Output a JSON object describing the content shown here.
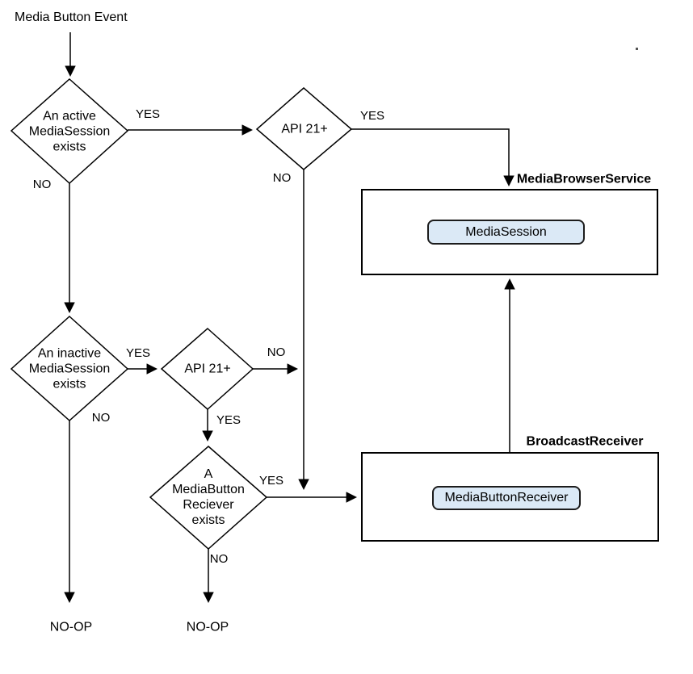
{
  "diagram": {
    "start_label": "Media Button Event",
    "decisions": {
      "active_session": {
        "label": "An active\nMediaSession\nexists"
      },
      "api21_top": {
        "label": "API 21+"
      },
      "inactive_session": {
        "label": "An inactive\nMediaSession\nexists"
      },
      "api21_mid": {
        "label": "API 21+"
      },
      "mbr_exists": {
        "label": "A\nMediaButton\nReciever\nexists"
      }
    },
    "edges": {
      "active_yes": "YES",
      "active_no": "NO",
      "api21_top_yes": "YES",
      "api21_top_no": "NO",
      "inactive_yes": "YES",
      "inactive_no": "NO",
      "api21_mid_no": "NO",
      "api21_mid_yes": "YES",
      "mbr_yes": "YES",
      "mbr_no": "NO"
    },
    "containers": {
      "media_browser_service": {
        "title": "MediaBrowserService",
        "node_label": "MediaSession"
      },
      "broadcast_receiver": {
        "title": "BroadcastReceiver",
        "node_label": "MediaButtonReceiver"
      }
    },
    "terminals": {
      "noop_left": "NO-OP",
      "noop_right": "NO-OP"
    },
    "colors": {
      "line": "#000000",
      "text": "#000000",
      "node_fill": "#dbe9f6",
      "node_border": "#1c1c1c",
      "background": "#ffffff"
    }
  }
}
